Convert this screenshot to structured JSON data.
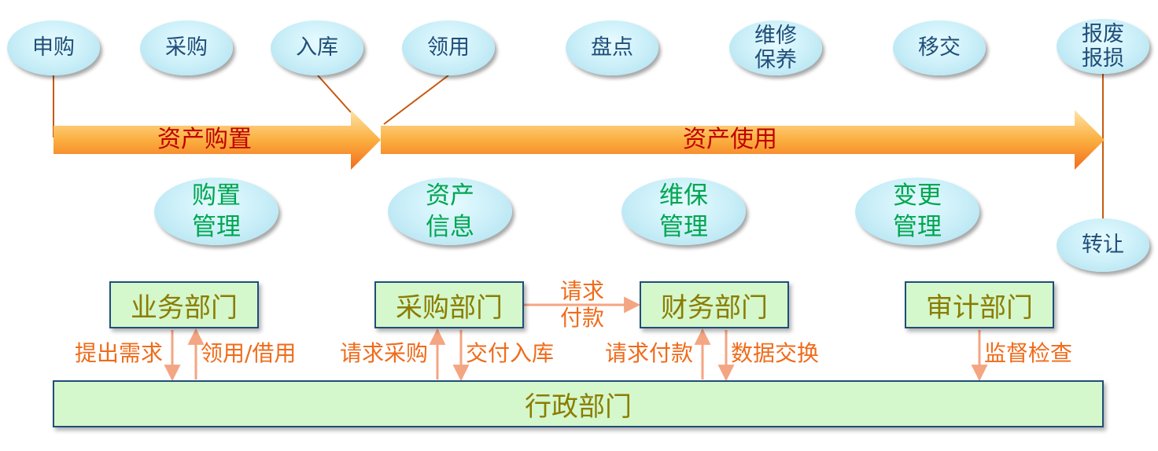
{
  "stages": {
    "s1": "申购",
    "s2": "采购",
    "s3": "入库",
    "s4": "领用",
    "s5": "盘点",
    "s6_line1": "维修",
    "s6_line2": "保养",
    "s7": "移交",
    "s8_line1": "报废",
    "s8_line2": "报损",
    "s9": "转让"
  },
  "phases": {
    "purchase": "资产购置",
    "usage": "资产使用"
  },
  "modules": {
    "m1_line1": "购置",
    "m1_line2": "管理",
    "m2_line1": "资产",
    "m2_line2": "信息",
    "m3_line1": "维保",
    "m3_line2": "管理",
    "m4_line1": "变更",
    "m4_line2": "管理"
  },
  "departments": {
    "business": "业务部门",
    "procurement": "采购部门",
    "finance": "财务部门",
    "audit": "审计部门",
    "admin": "行政部门"
  },
  "flows": {
    "request_payment_line1": "请求",
    "request_payment_line2": "付款",
    "raise_demand": "提出需求",
    "borrow_use": "领用/借用",
    "request_purchase": "请求采购",
    "deliver_stock": "交付入库",
    "request_pay": "请求付款",
    "data_exchange": "数据交换",
    "supervise": "监督检查"
  },
  "colors": {
    "arrow": "#f7941d",
    "connector": "#c55a11",
    "flow_arrow": "#f4a582",
    "flow_text": "#ef6b1a",
    "phase_text": "#c00000",
    "module_text": "#00a650",
    "stage_text": "#1f4e79",
    "dept_fill": "#d5f7cc",
    "dept_text": "#8a7d00"
  }
}
